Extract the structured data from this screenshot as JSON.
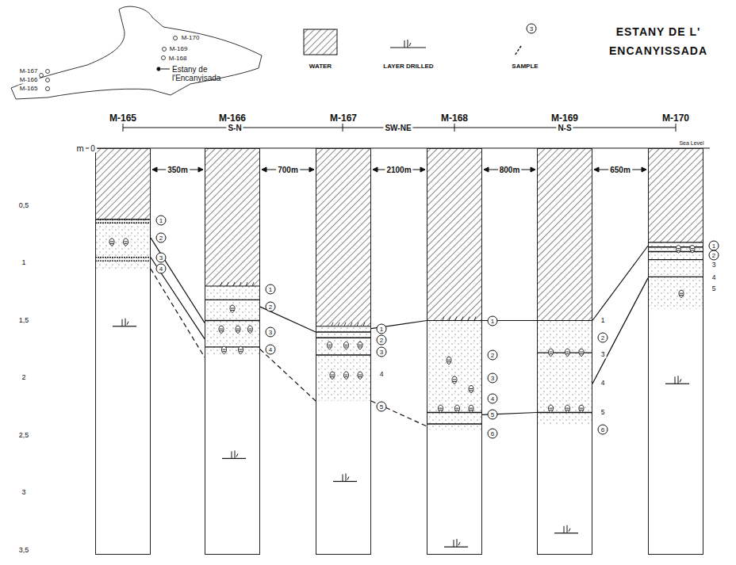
{
  "diagram": {
    "title": "ESTANY DE L' ENCANYISSADA",
    "nodes": [
      {
        "text": [
          "M-165"
        ]
      },
      {
        "text": [
          "M-166"
        ]
      },
      {
        "text": [
          "M-167"
        ]
      },
      {
        "text": [
          "M-168"
        ]
      },
      {
        "text": [
          "M-169"
        ]
      },
      {
        "text": [
          "M-170"
        ]
      }
    ],
    "edges": [
      {
        "from": 0,
        "to": 1,
        "arrow": "none"
      },
      {
        "from": 0,
        "to": 1,
        "arrow": "none"
      },
      {
        "from": 0,
        "to": 1,
        "arrow": "none"
      },
      {
        "from": 1,
        "to": 2,
        "arrow": "none"
      },
      {
        "from": 1,
        "to": 2,
        "arrow": "none"
      },
      {
        "from": 2,
        "to": 3,
        "arrow": "none"
      },
      {
        "from": 2,
        "to": 3,
        "arrow": "none"
      },
      {
        "from": 3,
        "to": 4,
        "arrow": "none"
      },
      {
        "from": 3,
        "to": 4,
        "arrow": "none"
      },
      {
        "from": 4,
        "to": 5,
        "arrow": "none"
      },
      {
        "from": 4,
        "to": 5,
        "arrow": "none"
      }
    ],
    "labels": [
      "M-170",
      "M-169",
      "M-168",
      "M-167",
      "M-166",
      "M-165",
      "Estany de l'Encanyisada",
      "3",
      "S-N",
      "SW-NE",
      "N-S",
      "Sea Level",
      "m",
      "0",
      "0,5",
      "1",
      "1,5",
      "2",
      "2,5",
      "3",
      "3,5",
      "350m",
      "700m",
      "2100m",
      "800m",
      "650m",
      "1",
      "2",
      "3",
      "4",
      "1",
      "2",
      "3",
      "4",
      "1",
      "2",
      "3",
      "4",
      "5",
      "1",
      "2",
      "3",
      "4",
      "5",
      "6",
      "1",
      "2",
      "3",
      "4",
      "5",
      "6",
      "1",
      "2",
      "3",
      "4",
      "5"
    ],
    "legend": [
      {
        "text": "WATER"
      },
      {
        "text": "LAYER DRILLED"
      },
      {
        "text": "SAMPLE"
      }
    ]
  }
}
